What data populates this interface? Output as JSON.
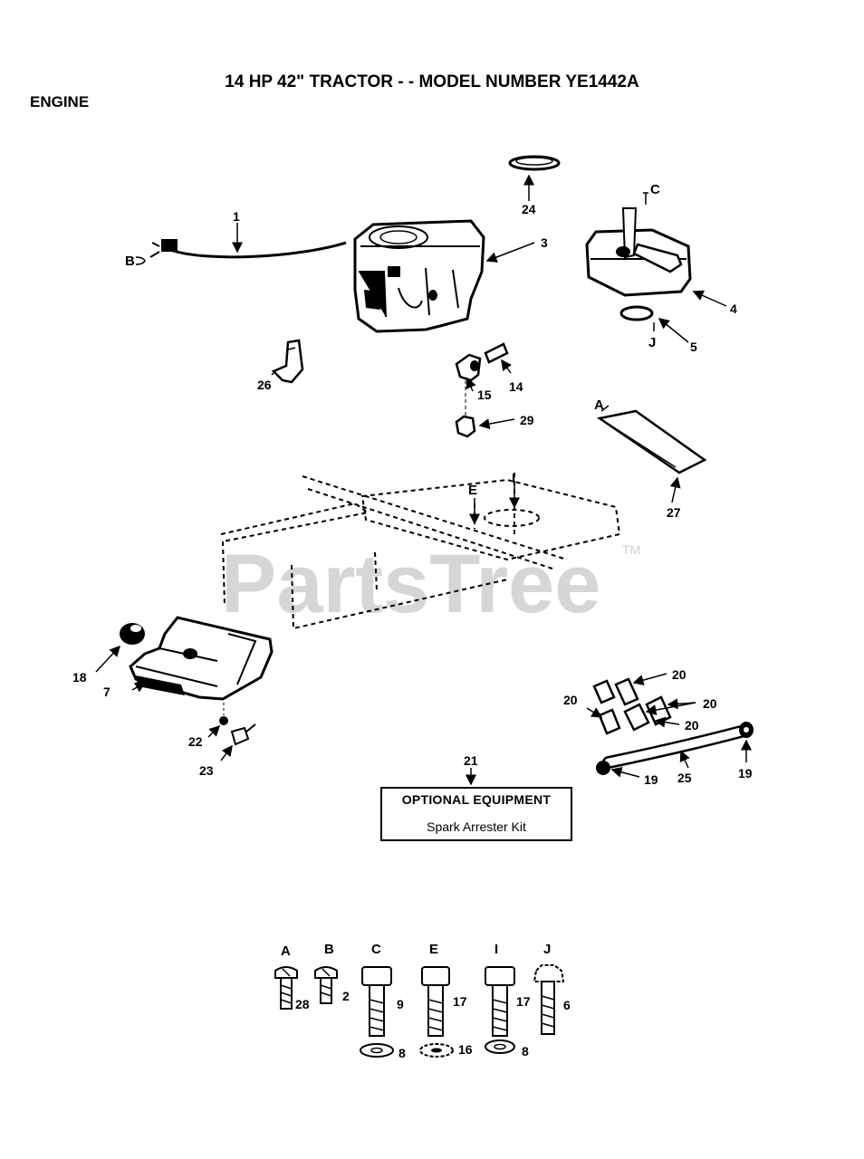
{
  "header": {
    "title": "14 HP 42\" TRACTOR - - MODEL NUMBER YE1442A",
    "section": "ENGINE"
  },
  "watermark": {
    "text": "PartsTree",
    "trademark": "TM"
  },
  "optional_equipment": {
    "ref": "21",
    "heading": "OPTIONAL EQUIPMENT",
    "item": "Spark Arrester Kit"
  },
  "callouts": {
    "c1": "1",
    "c3": "3",
    "c4": "4",
    "c5": "5",
    "cB": "B",
    "cC": "C",
    "cJ": "J",
    "c24": "24",
    "c26": "26",
    "c15": "15",
    "c14": "14",
    "c29": "29",
    "cA": "A",
    "c27": "27",
    "cE": "E",
    "cI": "I",
    "c18": "18",
    "c7": "7",
    "c22": "22",
    "c23": "23",
    "c20a": "20",
    "c20b": "20",
    "c20c": "20",
    "c20d": "20",
    "c19a": "19",
    "c19b": "19",
    "c25": "25"
  },
  "hardware_legend": [
    {
      "letter": "A",
      "part": "28"
    },
    {
      "letter": "B",
      "part": "2"
    },
    {
      "letter": "C",
      "part": "9",
      "washer": "8"
    },
    {
      "letter": "E",
      "part": "17",
      "washer": "16"
    },
    {
      "letter": "I",
      "part": "17",
      "washer": "8"
    },
    {
      "letter": "J",
      "part": "6"
    }
  ]
}
